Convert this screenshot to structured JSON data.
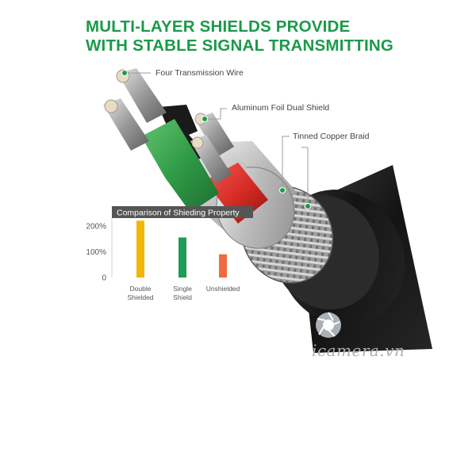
{
  "headline": {
    "line1": "MULTI-LAYER SHIELDS PROVIDE",
    "line2": "WITH STABLE SIGNAL TRANSMITTING"
  },
  "callouts": {
    "wires": "Four Transmission Wire",
    "foil": "Aluminum Foil Dual Shield",
    "braid": "Tinned Copper Braid"
  },
  "colors": {
    "headline": "#1b9a4a",
    "callout_dot": "#1b9a4a",
    "chart_title_bg": "#555555",
    "bar_double": "#f2b705",
    "bar_single": "#1e9c55",
    "bar_unshielded": "#f06b3f",
    "cable_jacket": "#1c1c1c",
    "wire_green": "#2f9b47",
    "wire_red": "#d42a23",
    "wire_white": "#d9d9d9"
  },
  "watermark": {
    "text": "icamera.vn",
    "icon": "camera-aperture-icon"
  },
  "chart_data": {
    "type": "bar",
    "title": "Comparison of Shieding Property",
    "categories": [
      "Double Shielded",
      "Single Shield",
      "Unshielded"
    ],
    "category_lines": [
      [
        "Double",
        "Shielded"
      ],
      [
        "Single",
        "Shield"
      ],
      [
        "Unshielded"
      ]
    ],
    "values": [
      220,
      155,
      90
    ],
    "unit": "%",
    "yticks": [
      "200%",
      "100%",
      "0"
    ],
    "ytick_values": [
      200,
      100,
      0
    ],
    "ylim": [
      0,
      230
    ],
    "grid": false,
    "legend": "none"
  }
}
